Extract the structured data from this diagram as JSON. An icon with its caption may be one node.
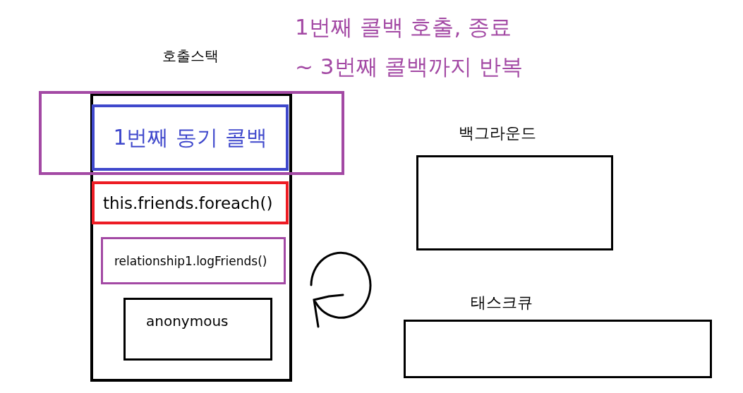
{
  "diagram": {
    "nodes": [
      {
        "text": [
          "호출스택"
        ]
      },
      {
        "text": [],
        "shape": "box"
      },
      {
        "text": [
          "1번째 동기 콜백"
        ]
      },
      {
        "text": [
          "this.friends.foreach()"
        ],
        "in": 0
      },
      {
        "text": [
          "relationship1.logFriends()"
        ],
        "in": 0
      },
      {
        "text": [
          "anonymous"
        ],
        "in": 0
      },
      {
        "text": [
          "백그라운드"
        ]
      },
      {
        "text": [
          "태스크큐"
        ]
      }
    ],
    "labels": [
      "1번째 콜백 호출, 종료",
      "~ 3번째 콜백까지 반복"
    ]
  }
}
